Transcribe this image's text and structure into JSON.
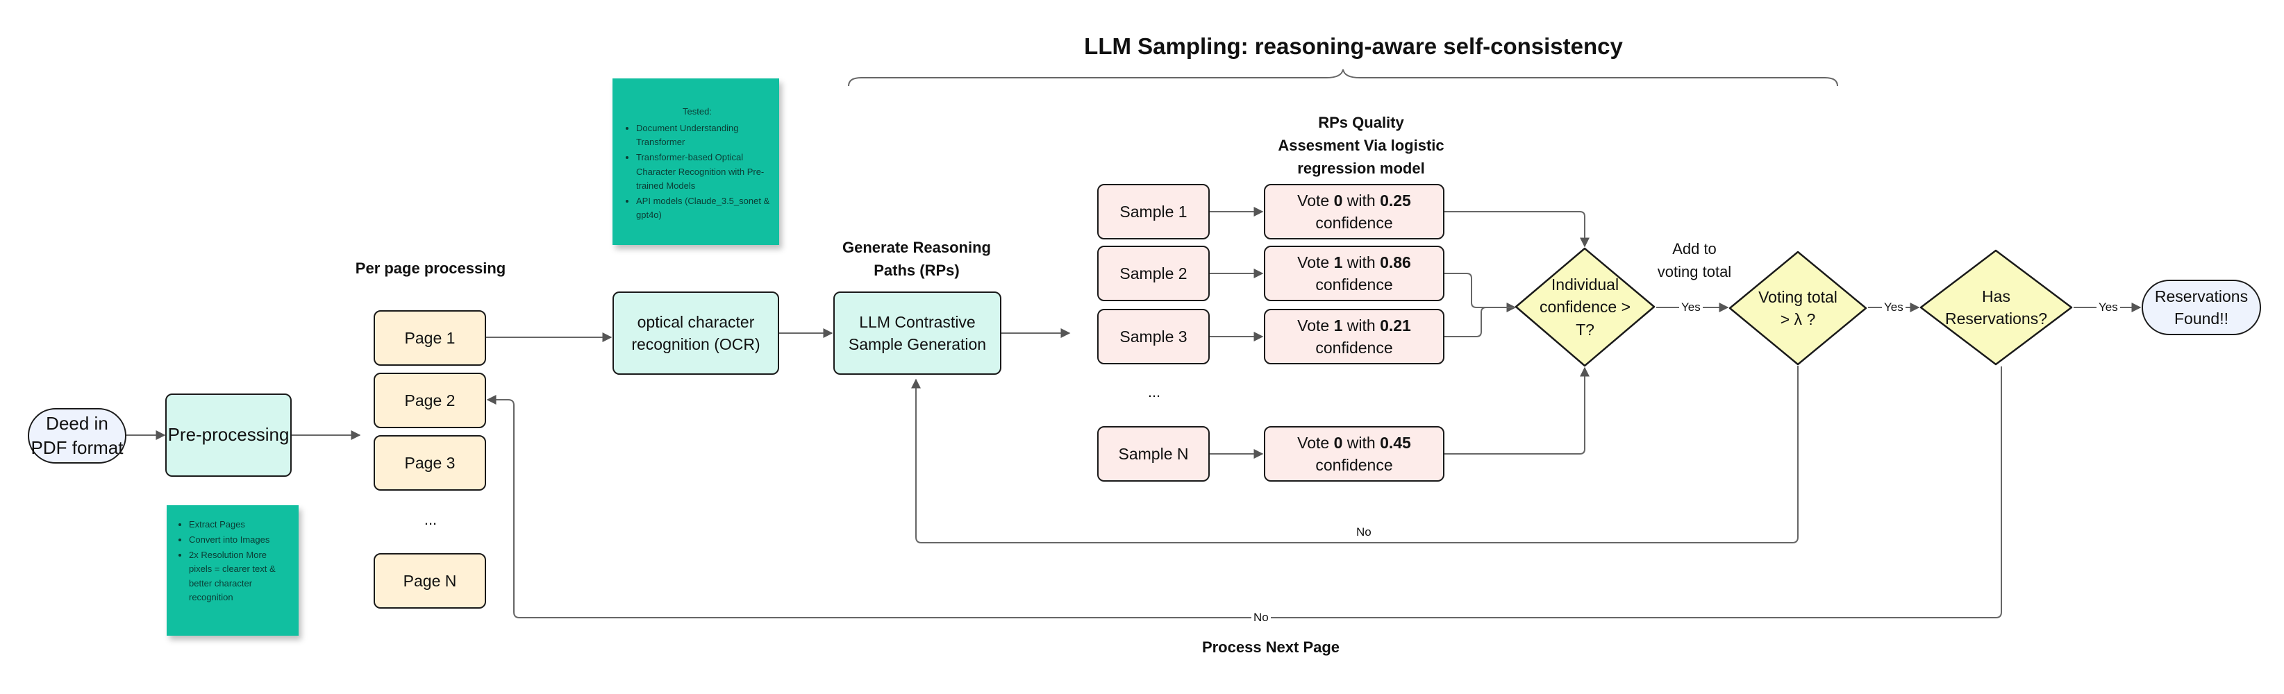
{
  "title": "LLM Sampling: reasoning-aware self-consistency",
  "input": {
    "line1": "Deed in",
    "line2": "PDF format"
  },
  "preprocess": {
    "label": "Pre-processing",
    "notes": [
      "Extract Pages",
      " Convert into Images",
      "2x Resolution More pixels = clearer text & better character recognition"
    ]
  },
  "pages": {
    "heading": "Per page processing",
    "items": [
      "Page 1",
      "Page 2",
      "Page 3",
      "Page N"
    ],
    "ellipsis": "..."
  },
  "ocr": {
    "line1": "optical character",
    "line2": "recognition (OCR)",
    "tested_title": "Tested:",
    "tested_items": [
      "Document Understanding Transformer",
      "Transformer-based Optical Character Recognition with Pre-trained Models",
      "API models (Claude_3.5_sonet & gpt4o)"
    ]
  },
  "generate": {
    "heading_line1": "Generate Reasoning",
    "heading_line2": "Paths (RPs)",
    "line1": "LLM Contrastive",
    "line2": "Sample Generation"
  },
  "samples": {
    "items": [
      "Sample 1",
      "Sample 2",
      "Sample 3",
      "Sample N"
    ],
    "ellipsis": "..."
  },
  "quality": {
    "heading_line1": "RPs Quality",
    "heading_line2": "Assesment Via logistic",
    "heading_line3": "regression model",
    "votes": [
      {
        "prefix": "Vote ",
        "vote": "0",
        "mid": " with ",
        "conf": "0.25",
        "suffix": "confidence"
      },
      {
        "prefix": "Vote ",
        "vote": "1",
        "mid": " with ",
        "conf": "0.86",
        "suffix": "confidence"
      },
      {
        "prefix": "Vote ",
        "vote": "1",
        "mid": " with ",
        "conf": "0.21",
        "suffix": "confidence"
      },
      {
        "prefix": "Vote ",
        "vote": "0",
        "mid": " with ",
        "conf": "0.45",
        "suffix": "confidence"
      }
    ]
  },
  "decisions": {
    "individual": {
      "line1": "Individual",
      "line2": "confidence >",
      "line3": "T?"
    },
    "add_total": {
      "line1": "Add to",
      "line2": "voting total"
    },
    "voting": {
      "line1": "Voting total",
      "line2": "> λ ?"
    },
    "reservations": {
      "line1": "Has",
      "line2": "Reservations?"
    }
  },
  "output": {
    "line1": "Reservations",
    "line2": "Found!!"
  },
  "edges": {
    "yes": "Yes",
    "no": "No"
  },
  "footer": "Process Next Page",
  "colors": {
    "green": "#d6f7ef",
    "cream": "#fff1d6",
    "pink": "#fdecea",
    "yellow": "#fafac0",
    "blue": "#eef3fd",
    "sticky": "#11bfa0"
  }
}
